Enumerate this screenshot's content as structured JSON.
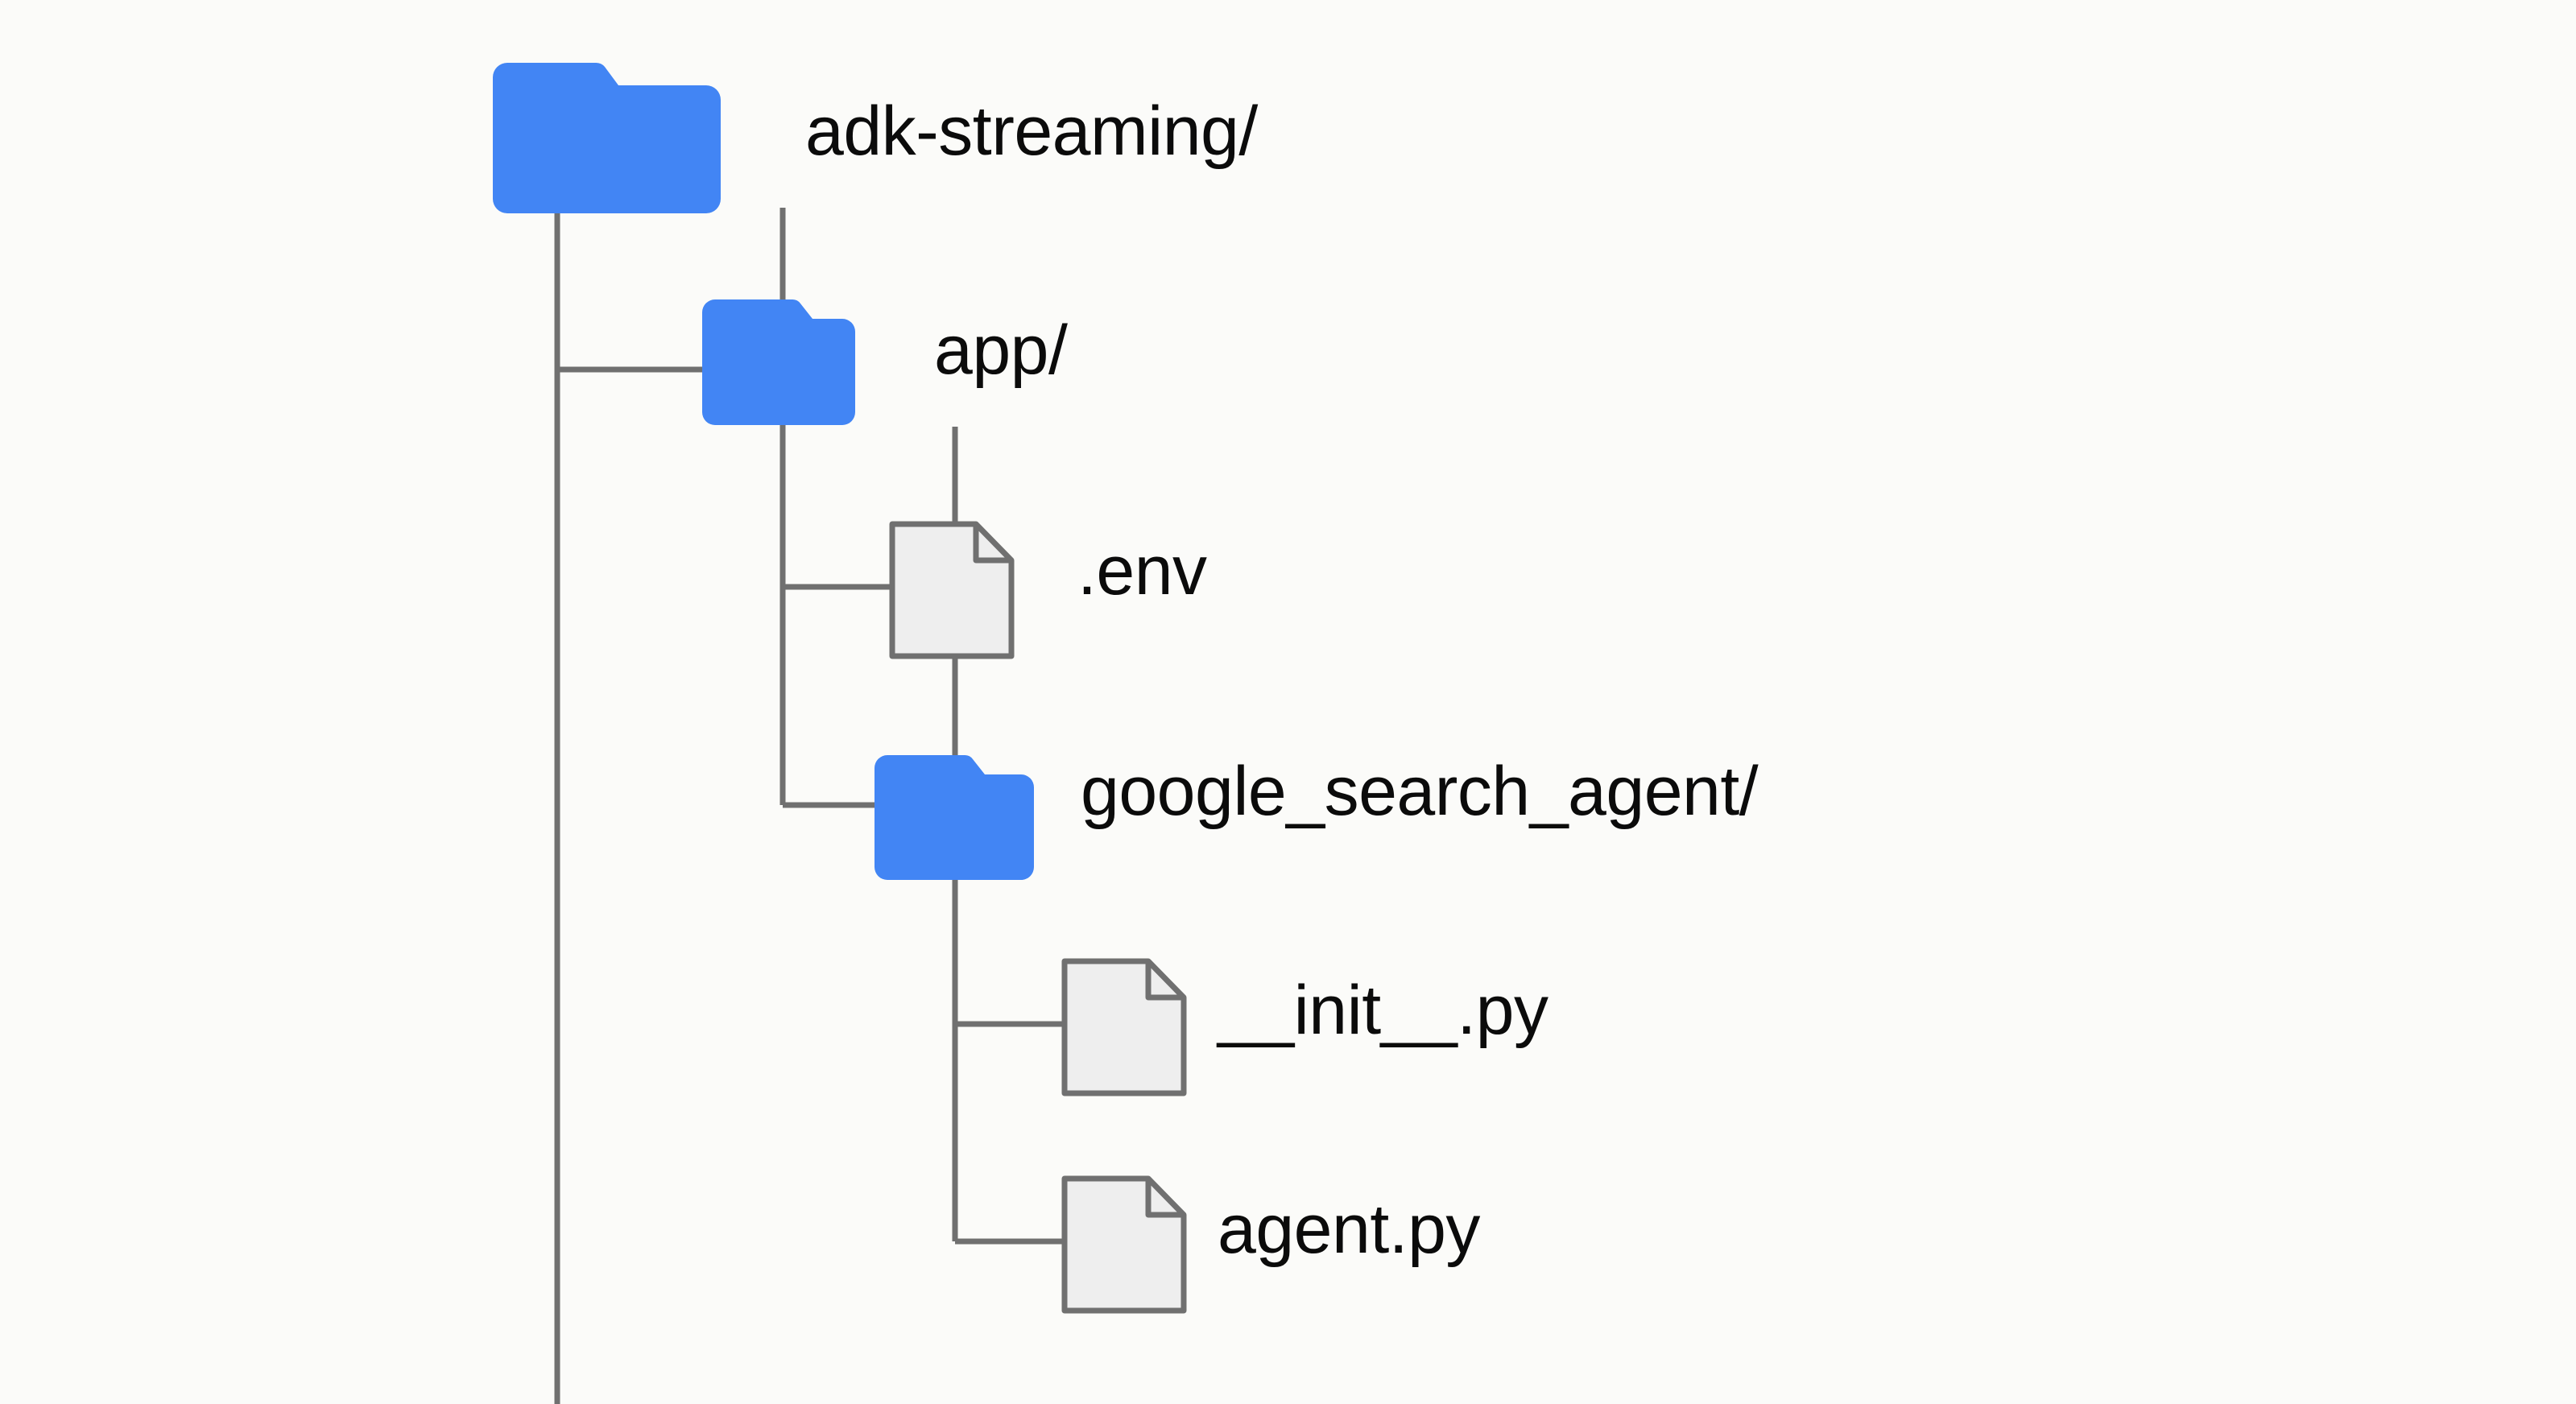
{
  "diagram": {
    "title": "adk-streaming project file tree",
    "type": "file-tree",
    "background_color": "#fbfbf9",
    "folder_color": "#4285f4",
    "file_fill_color": "#eeeeee",
    "file_stroke_color": "#707070",
    "connector_color": "#707070",
    "text_color": "#0b0b0b"
  },
  "tree": {
    "root": {
      "label": "adk-streaming/",
      "icon": "folder-icon",
      "type": "folder",
      "depth": 0
    },
    "nodes": [
      {
        "label": "app/",
        "icon": "folder-icon",
        "type": "folder",
        "depth": 1
      },
      {
        "label": ".env",
        "icon": "file-icon",
        "type": "file",
        "depth": 2
      },
      {
        "label": "google_search_agent/",
        "icon": "folder-icon",
        "type": "folder",
        "depth": 2
      },
      {
        "label": "__init__.py",
        "icon": "file-icon",
        "type": "file",
        "depth": 3
      },
      {
        "label": "agent.py",
        "icon": "file-icon",
        "type": "file",
        "depth": 3
      }
    ]
  }
}
